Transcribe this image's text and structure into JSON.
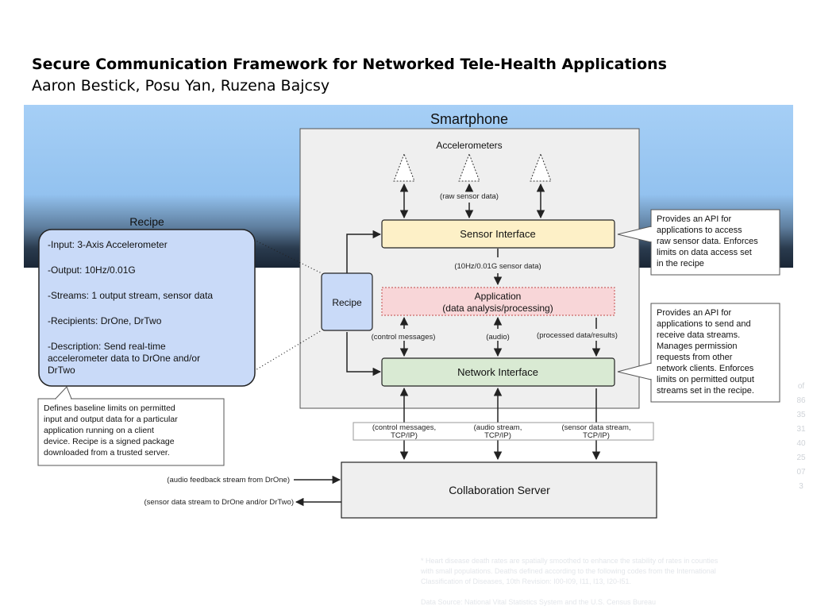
{
  "header": {
    "title": "Secure Communication Framework for Networked Tele-Health Applications",
    "authors": "Aaron Bestick, Posu Yan, Ruzena Bajcsy"
  },
  "diagram": {
    "smartphone_label": "Smartphone",
    "accelerometers_label": "Accelerometers",
    "raw_sensor_label": "(raw sensor data)",
    "sensor_interface_label": "Sensor Interface",
    "sensor_data_label": "(10Hz/0.01G sensor data)",
    "application_line1": "Application",
    "application_line2": "(data analysis/processing)",
    "recipe_box_label": "Recipe",
    "control_messages_label": "(control messages)",
    "audio_label": "(audio)",
    "processed_label": "(processed data/results)",
    "network_interface_label": "Network Interface",
    "collaboration_server_label": "Collaboration Server",
    "channel_control": [
      "(control messages,",
      "TCP/IP)"
    ],
    "channel_audio": [
      "(audio stream,",
      "TCP/IP)"
    ],
    "channel_sensor": [
      "(sensor data stream,",
      "TCP/IP)"
    ],
    "audio_feedback_label": "(audio feedback stream from DrOne)",
    "sensor_stream_out_label": "(sensor data stream to DrOne and/or DrTwo)",
    "recipe_panel": {
      "title": "Recipe",
      "input": "-Input: 3-Axis Accelerometer",
      "output": "-Output: 10Hz/0.01G",
      "streams": "-Streams: 1 output stream, sensor data",
      "recipients": "-Recipients: DrOne, DrTwo",
      "description_lines": [
        "-Description: Send real-time",
        "accelerometer data to DrOne and/or",
        "DrTwo"
      ]
    },
    "recipe_note_lines": [
      "Defines baseline limits on permitted",
      "input and output data for a particular",
      "application running on a client",
      "device. Recipe is a signed package",
      "downloaded from a trusted server."
    ],
    "sensor_note_lines": [
      "Provides an API for",
      "applications to access",
      "raw sensor data. Enforces",
      "limits on data access set",
      "in the recipe"
    ],
    "network_note_lines": [
      "Provides an API for",
      "applications to send and",
      "receive data streams.",
      "Manages permission",
      "requests from other",
      "network clients. Enforces",
      "limits on permitted output",
      "streams set in the recipe."
    ]
  },
  "background": {
    "side_numbers": [
      "of",
      "86",
      "35",
      "31",
      "40",
      "25",
      "07",
      "3"
    ],
    "footnote_lines": [
      "* Heart disease death rates are spatially smoothed to enhance the stability of rates in counties",
      "with small populations. Deaths defined according to the following codes from the International",
      "Classification of Diseases, 10th Revision: I00-I09, I11, I13, I20-I51.",
      "",
      "Data Source: National Vital Statistics System and the U.S. Census Bureau"
    ]
  },
  "colors": {
    "sky": "#9cc8f4",
    "phone_bg": "#efefef",
    "sensor_fill": "#fdf0c7",
    "app_fill": "#f8d6d8",
    "network_fill": "#d9ead3",
    "recipe_fill": "#c9daf8",
    "server_fill": "#efefef"
  }
}
